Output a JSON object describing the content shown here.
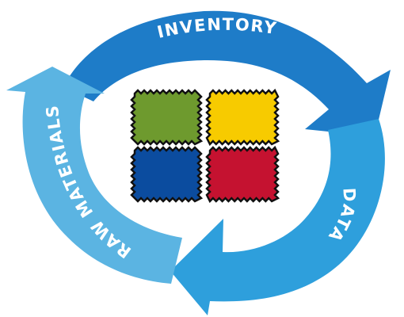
{
  "diagram": {
    "arrows": [
      {
        "label": "INVENTORY",
        "color": "#1E7CC8"
      },
      {
        "label": "DATA",
        "color": "#2E9FDC"
      },
      {
        "label": "RAW MATERIALS",
        "color": "#5BB4E2"
      }
    ],
    "swatches": [
      {
        "name": "green",
        "color": "#6E9A2E"
      },
      {
        "name": "yellow",
        "color": "#F7CB00"
      },
      {
        "name": "blue",
        "color": "#0B4C9F"
      },
      {
        "name": "red",
        "color": "#C51230"
      }
    ],
    "swatch_edge_color": "#111111"
  }
}
